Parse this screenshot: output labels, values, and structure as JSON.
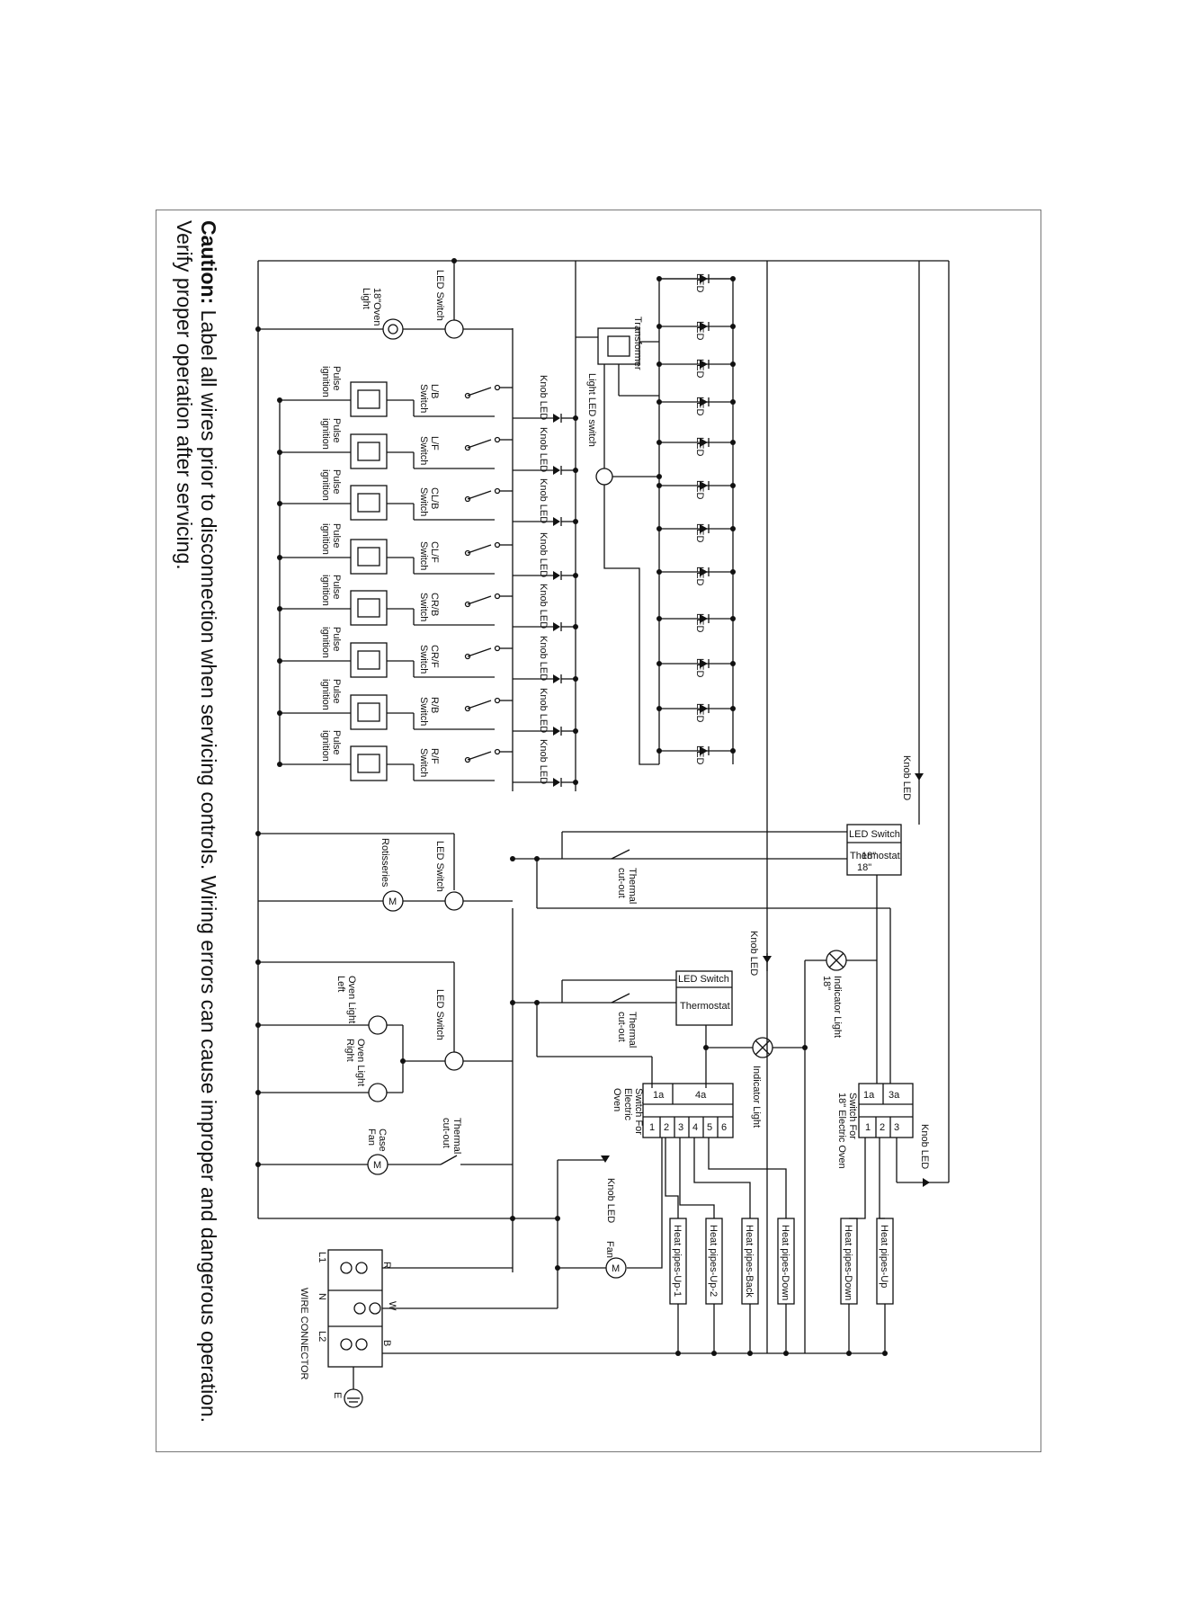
{
  "caption": {
    "heading": "Caution:",
    "line1": "Label all wires prior to disconnection when servicing controls. Wiring errors can cause improper and dangerous operation.",
    "line2": "Verify proper operation after servicing."
  },
  "labels": {
    "led_switch": "LED Switch",
    "oven_light_18": [
      "18\"Oven",
      "Light"
    ],
    "transformer": "Transformer",
    "light_led_switch": "Light LED switch",
    "led": "LED",
    "knob_led": "Knob LED",
    "pulse_ignition": [
      "Pulse",
      "ignition"
    ],
    "burner_switches": [
      [
        "L/B",
        "Switch"
      ],
      [
        "L/F",
        "Switch"
      ],
      [
        "CL/B",
        "Switch"
      ],
      [
        "CL/F",
        "Switch"
      ],
      [
        "CR/B",
        "Switch"
      ],
      [
        "CR/F",
        "Switch"
      ],
      [
        "R/B",
        "Switch"
      ],
      [
        "R/F",
        "Switch"
      ]
    ],
    "rotisseries": "Rotisseries",
    "thermal_cutout": [
      "Thermal",
      "cut-out"
    ],
    "thermostat_18": [
      "Thermostat",
      "18\""
    ],
    "thermostat": "Thermostat",
    "oven_light_left": [
      "Oven Light",
      "Left"
    ],
    "oven_light_right": [
      "Oven Light",
      "Right"
    ],
    "case_fan": [
      "Case",
      "Fan"
    ],
    "indicator_light_18": [
      "Indicator Light",
      "18\""
    ],
    "indicator_light": "Indicator Light",
    "switch_electric_oven": [
      "Switch For",
      "Electric",
      "Oven"
    ],
    "switch_18_electric_oven": [
      "Switch For",
      "18\" Electric Oven"
    ],
    "terminals_a": [
      "1a",
      "4a"
    ],
    "terminals_b": [
      "1a",
      "3a"
    ],
    "terminals_num_a": [
      "1",
      "2",
      "3",
      "4",
      "5",
      "6"
    ],
    "terminals_num_b": [
      "1",
      "2",
      "3"
    ],
    "fan": "Fan",
    "motor": "M",
    "heat_pipes": [
      "Heat pipes-Up-1",
      "Heat pipes-Up-2",
      "Heat pipes-Back",
      "Heat pipes-Down",
      "Heat pipes-Down",
      "Heat pipes-Up"
    ],
    "wire_connector": "WIRE CONNECTOR",
    "conn_r": "R",
    "conn_w": "W",
    "conn_b": "B",
    "conn_l1": "L1",
    "conn_n": "N",
    "conn_l2": "L2",
    "conn_e": "E"
  }
}
